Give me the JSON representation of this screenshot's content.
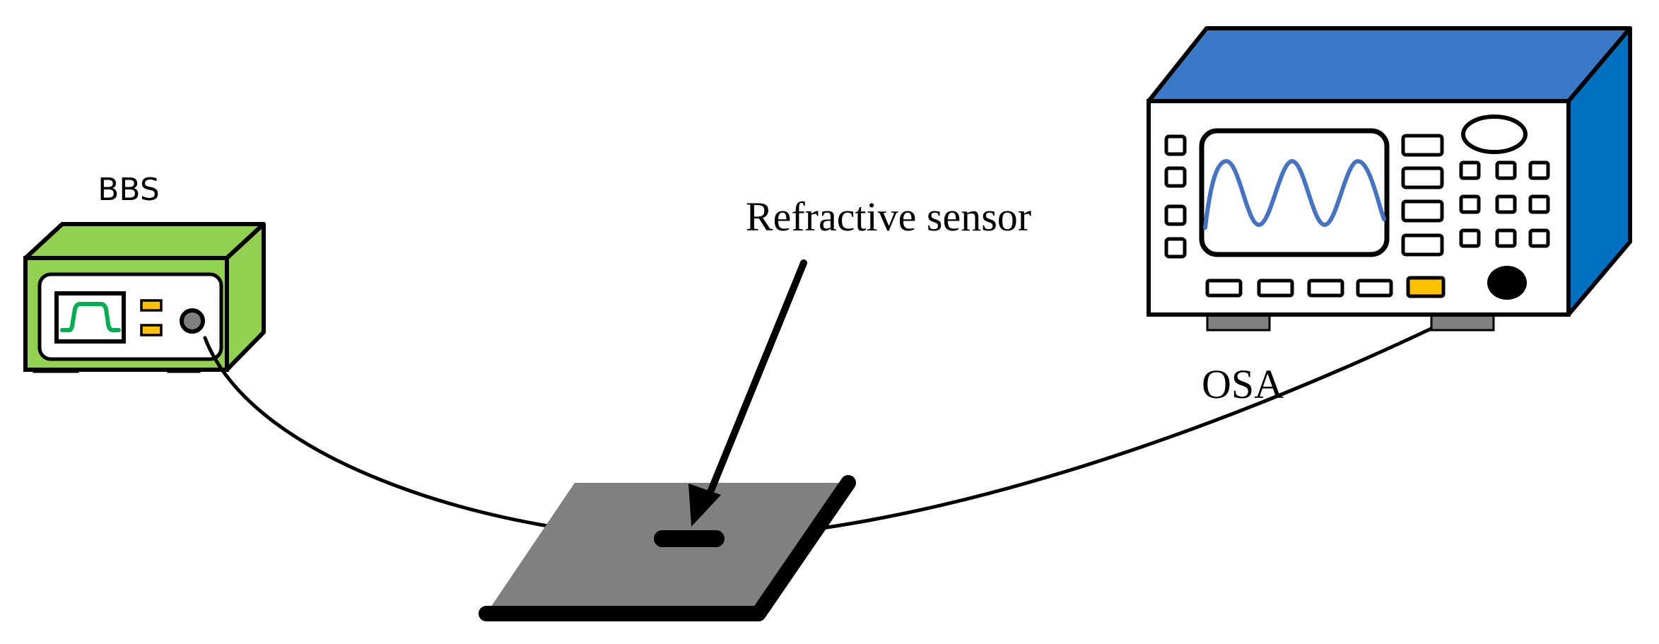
{
  "labels": {
    "bbs": "BBS",
    "sensor": "Refractive sensor",
    "osa": "OSA"
  },
  "colors": {
    "bbs_body": "#92d050",
    "bbs_trace": "#00b050",
    "bbs_buttons": "#ffc000",
    "osa_body": "#0070c0",
    "osa_top": "#3a78c8",
    "osa_wave": "#4472c4",
    "osa_key": "#ffc000",
    "plate": "#808080",
    "feet": "#a6a6a6"
  },
  "icons": {
    "bbs": "broadband-source-icon",
    "osa": "optical-spectrum-analyzer-icon",
    "sensor": "fiber-sensor-icon"
  }
}
